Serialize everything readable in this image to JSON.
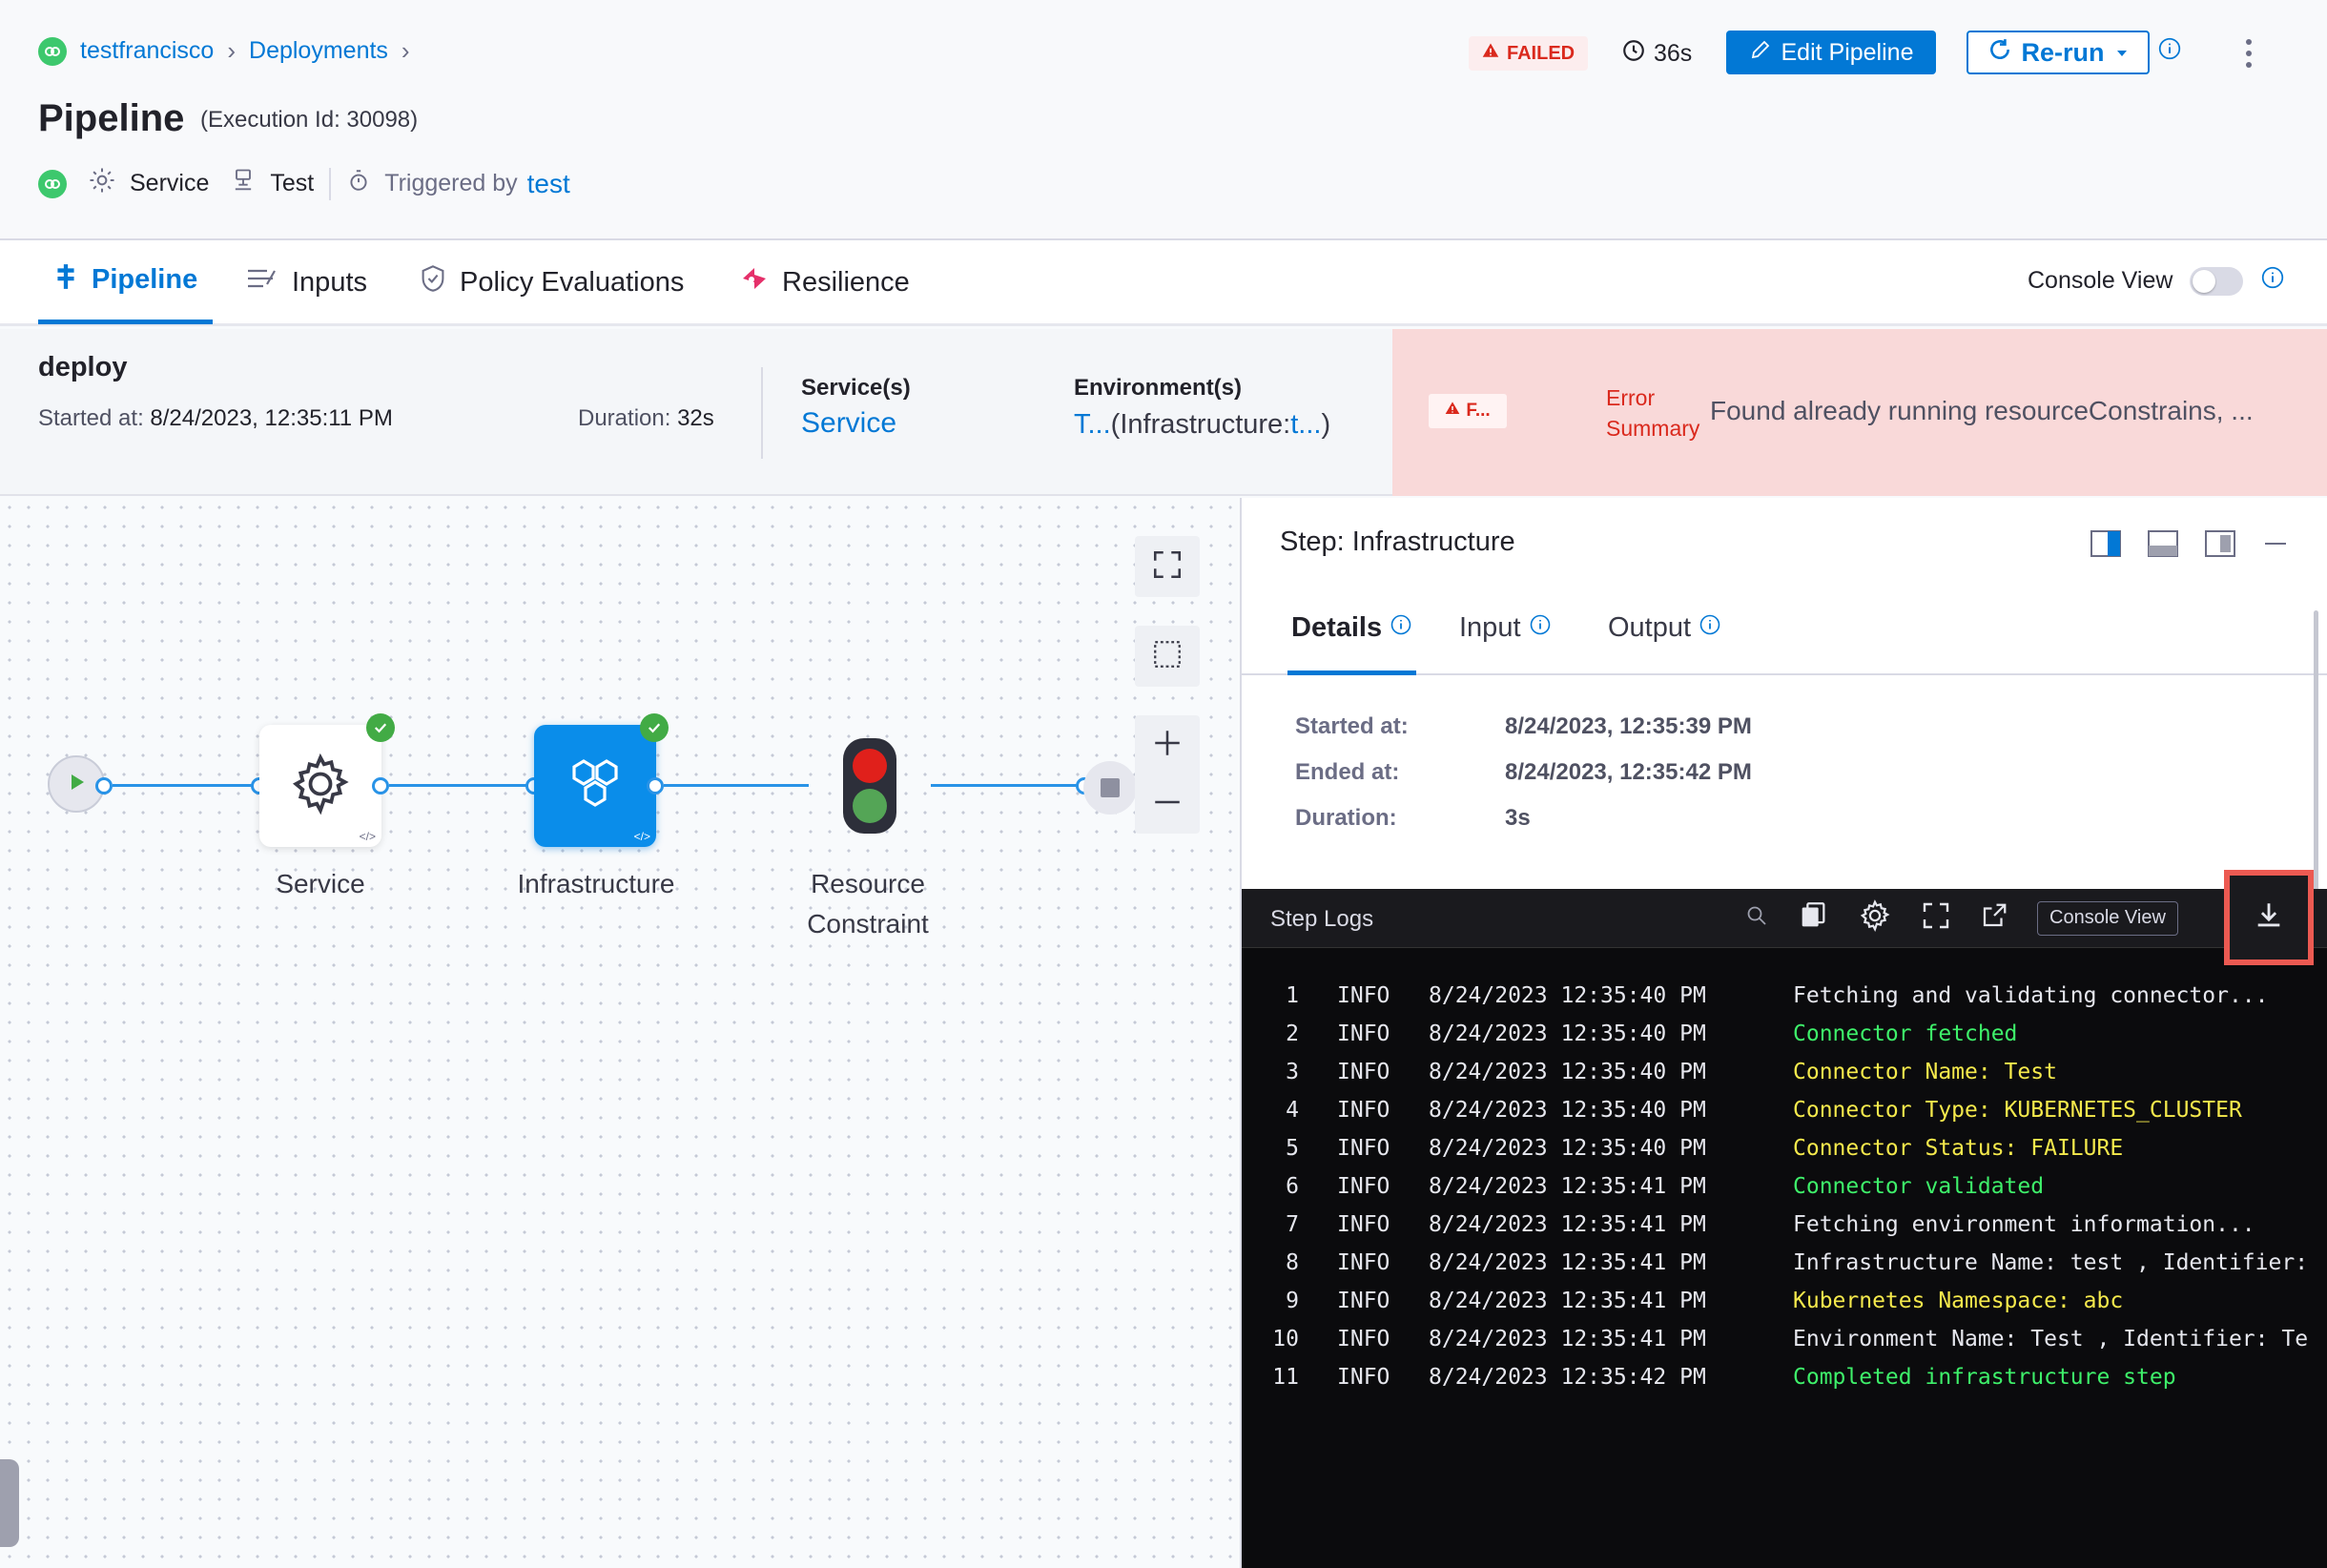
{
  "breadcrumb": {
    "project": "testfrancisco",
    "section": "Deployments"
  },
  "page": {
    "title": "Pipeline",
    "execution_id": "(Execution Id: 30098)"
  },
  "meta": {
    "service": "Service",
    "environment": "Test",
    "triggered_by_label": "Triggered by",
    "triggered_by_user": "test"
  },
  "status": {
    "badge": "FAILED",
    "duration": "36s"
  },
  "actions": {
    "edit_label": "Edit Pipeline",
    "rerun_label": "Re-run"
  },
  "tabs": [
    {
      "label": "Pipeline"
    },
    {
      "label": "Inputs"
    },
    {
      "label": "Policy Evaluations"
    },
    {
      "label": "Resilience"
    }
  ],
  "console_view": {
    "label": "Console View",
    "enabled": false
  },
  "stage": {
    "name": "deploy",
    "started_label": "Started at:",
    "started_value": "8/24/2023, 12:35:11 PM",
    "duration_label": "Duration:",
    "duration_value": "32s",
    "services_heading": "Service(s)",
    "services_value": "Service",
    "environments_heading": "Environment(s)",
    "env_link": "T...",
    "env_rest_open": "(Infrastructure:",
    "env_rest_link": "t...",
    "env_rest_close": ")"
  },
  "error": {
    "badge": "F...",
    "title": "Error Summary",
    "message": "Found already running resourceConstrains, ..."
  },
  "graph": {
    "nodes": [
      {
        "label": "Service"
      },
      {
        "label": "Infrastructure"
      },
      {
        "label_line1": "Resource",
        "label_line2": "Constraint"
      }
    ]
  },
  "step": {
    "title": "Step: Infrastructure",
    "tabs": [
      {
        "label": "Details"
      },
      {
        "label": "Input"
      },
      {
        "label": "Output"
      }
    ],
    "details": [
      {
        "key": "Started at:",
        "value": "8/24/2023, 12:35:39 PM"
      },
      {
        "key": "Ended at:",
        "value": "8/24/2023, 12:35:42 PM"
      },
      {
        "key": "Duration:",
        "value": "3s"
      }
    ]
  },
  "logs": {
    "title": "Step Logs",
    "console_view_label": "Console View",
    "lines": [
      {
        "n": "1",
        "level": "INFO",
        "ts": "8/24/2023 12:35:40 PM",
        "msg": "Fetching and validating connector...",
        "color": "white"
      },
      {
        "n": "2",
        "level": "INFO",
        "ts": "8/24/2023 12:35:40 PM",
        "msg": "Connector fetched",
        "color": "green"
      },
      {
        "n": "3",
        "level": "INFO",
        "ts": "8/24/2023 12:35:40 PM",
        "msg": "Connector Name: Test",
        "color": "yellow"
      },
      {
        "n": "4",
        "level": "INFO",
        "ts": "8/24/2023 12:35:40 PM",
        "msg": "Connector Type: KUBERNETES_CLUSTER",
        "color": "yellow"
      },
      {
        "n": "5",
        "level": "INFO",
        "ts": "8/24/2023 12:35:40 PM",
        "msg": "Connector Status: FAILURE",
        "color": "yellow"
      },
      {
        "n": "6",
        "level": "INFO",
        "ts": "8/24/2023 12:35:41 PM",
        "msg": "Connector validated",
        "color": "green"
      },
      {
        "n": "7",
        "level": "INFO",
        "ts": "8/24/2023 12:35:41 PM",
        "msg": "Fetching environment information...",
        "color": "white"
      },
      {
        "n": "8",
        "level": "INFO",
        "ts": "8/24/2023 12:35:41 PM",
        "msg": "Infrastructure Name: test , Identifier:",
        "color": "white"
      },
      {
        "n": "9",
        "level": "INFO",
        "ts": "8/24/2023 12:35:41 PM",
        "msg": "Kubernetes Namespace: abc",
        "color": "yellow"
      },
      {
        "n": "10",
        "level": "INFO",
        "ts": "8/24/2023 12:35:41 PM",
        "msg": "Environment Name: Test , Identifier: Te",
        "color": "white"
      },
      {
        "n": "11",
        "level": "INFO",
        "ts": "8/24/2023 12:35:42 PM",
        "msg": "Completed infrastructure step",
        "color": "green"
      }
    ]
  },
  "colors": {
    "accent": "#0278d5",
    "failed": "#da291d",
    "error_bg": "#f9d9d9",
    "success": "#42ab45",
    "log_green": "#3ef06a",
    "log_yellow": "#f5e94c",
    "highlight_box": "#ec5a52"
  },
  "icons": {
    "project": "project-logo-icon",
    "service": "gear-icon",
    "environment": "environment-icon",
    "trigger": "stopwatch-icon",
    "failed": "warning-icon",
    "duration": "clock-icon",
    "edit": "pencil-icon",
    "rerun": "refresh-icon",
    "download": "download-icon"
  }
}
